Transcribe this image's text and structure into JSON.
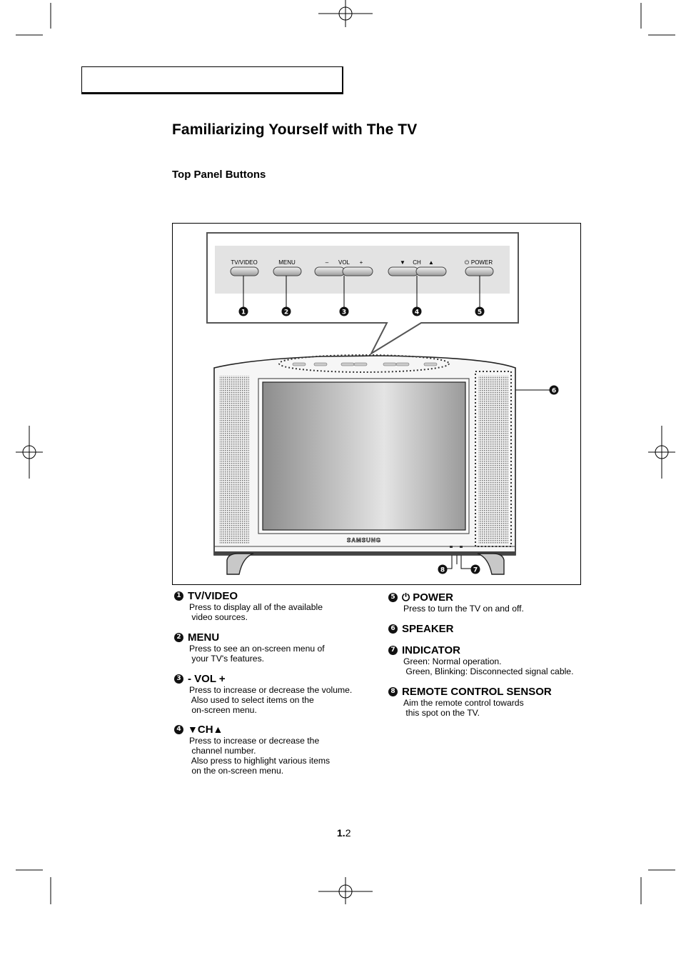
{
  "page": {
    "title": "Familiarizing Yourself with The TV",
    "subtitle": "Top Panel Buttons",
    "page_number_major": "1.",
    "page_number_minor": "2"
  },
  "diagram": {
    "panel_labels": [
      "TV/VIDEO",
      "MENU",
      "–",
      "VOL",
      "+",
      "▼",
      "CH",
      "▲",
      "POWER"
    ],
    "power_symbol": "⏻",
    "brand": "SAMSUNG",
    "callouts": [
      "1",
      "2",
      "3",
      "4",
      "5",
      "6",
      "7",
      "8"
    ]
  },
  "items": [
    {
      "number": "1",
      "heading": "TV/VIDEO",
      "body": "Press to display all of the available\n video sources."
    },
    {
      "number": "2",
      "heading": "MENU",
      "body": "Press to see an on-screen menu of\n your TV's features."
    },
    {
      "number": "3",
      "heading": "- VOL +",
      "body": "Press to increase or decrease the volume.\n Also used to select items on the\n on-screen menu."
    },
    {
      "number": "4",
      "heading": "CH",
      "pre_glyph": "▼",
      "post_glyph": "▲",
      "body": "Press to increase or decrease the\n channel number.\n Also press to highlight various items\n on the on-screen menu."
    },
    {
      "number": "5",
      "heading": "POWER",
      "pre_glyph": "⏻",
      "body": "Press to turn the TV on and off."
    },
    {
      "number": "6",
      "heading": "SPEAKER",
      "body": ""
    },
    {
      "number": "7",
      "heading": "INDICATOR",
      "body": "Green: Normal operation.\n Green, Blinking: Disconnected signal cable."
    },
    {
      "number": "8",
      "heading": "REMOTE CONTROL SENSOR",
      "body": "Aim the remote control towards\n this spot on the TV."
    }
  ]
}
